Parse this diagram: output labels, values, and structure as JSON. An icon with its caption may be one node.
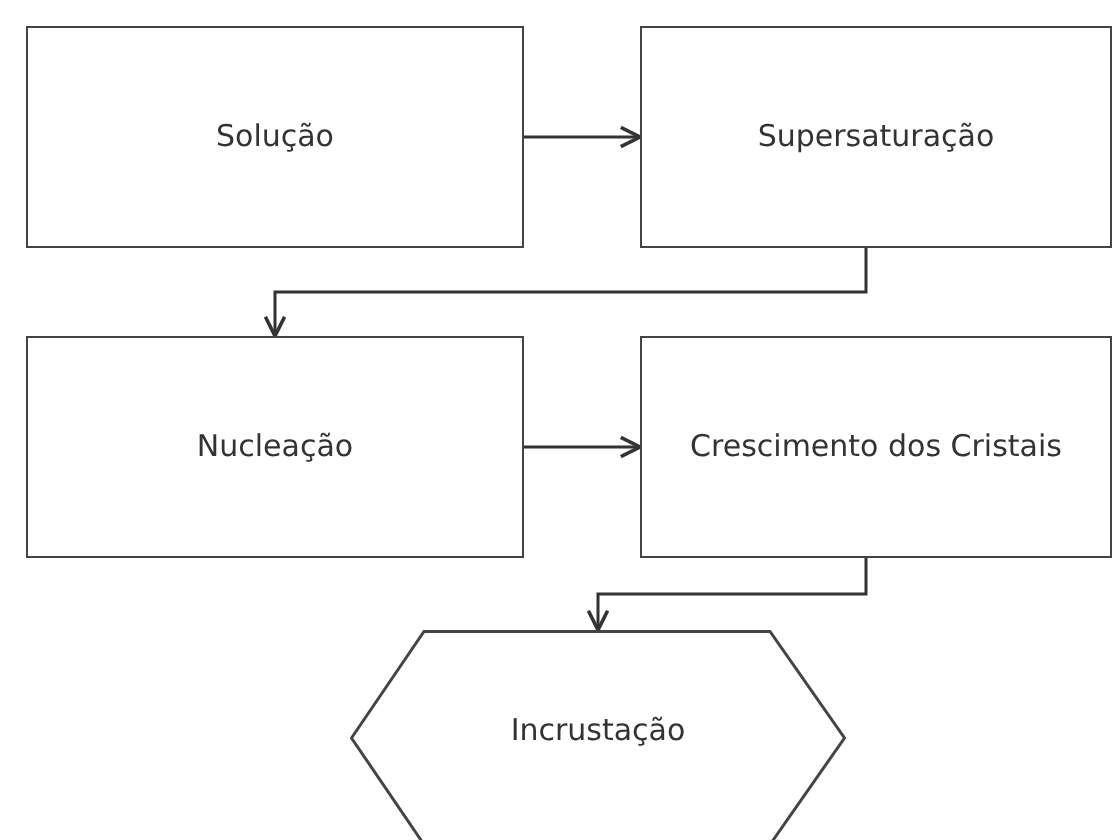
{
  "diagram": {
    "nodes": [
      {
        "text": [
          "Solução"
        ]
      },
      {
        "text": [
          "Supersaturação"
        ]
      },
      {
        "text": [
          "Nucleação"
        ]
      },
      {
        "text": [
          "Crescimento dos Cristais"
        ]
      },
      {
        "text": [
          "Incrustação"
        ]
      }
    ],
    "edges": [
      {
        "from": 0,
        "to": 1,
        "arrow": "to"
      },
      {
        "from": 1,
        "to": 2,
        "arrow": "to"
      },
      {
        "from": 2,
        "to": 3,
        "arrow": "to"
      },
      {
        "from": 3,
        "to": 4,
        "arrow": "to"
      }
    ]
  }
}
